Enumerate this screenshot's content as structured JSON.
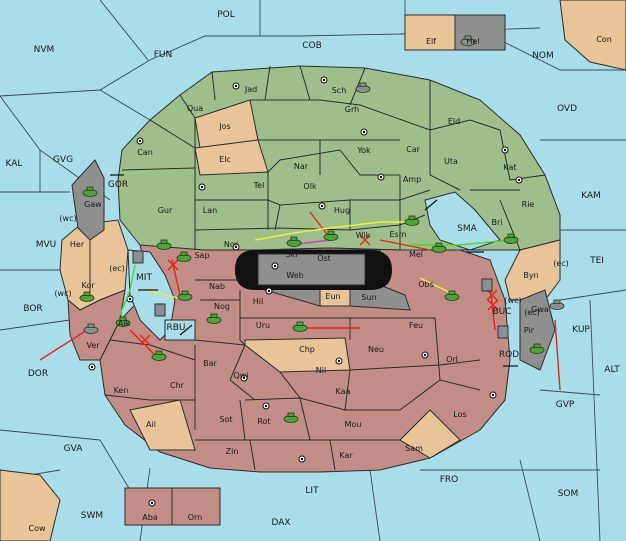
{
  "colors": {
    "sea": "#a9dde9",
    "green": "#9ebf8c",
    "tan": "#e9c499",
    "red": "#c28d86",
    "gray": "#8f8f8f",
    "black": "#111111",
    "unit_green": "#4fa23a",
    "unit_gray": "#8a8f96",
    "order_red": "#e02a1a",
    "order_yellow": "#eef03a",
    "order_green": "#4fd43a",
    "order_magenta": "#d43ad0"
  },
  "sea_labels": [
    {
      "id": "pol",
      "text": "POL"
    },
    {
      "id": "nvm",
      "text": "NVM"
    },
    {
      "id": "fun",
      "text": "FUN"
    },
    {
      "id": "cob",
      "text": "COB"
    },
    {
      "id": "nom",
      "text": "NOM"
    },
    {
      "id": "ovd",
      "text": "OVD"
    },
    {
      "id": "kal",
      "text": "KAL"
    },
    {
      "id": "gvg",
      "text": "GVG"
    },
    {
      "id": "kam",
      "text": "KAM"
    },
    {
      "id": "mvu",
      "text": "MVU"
    },
    {
      "id": "tei",
      "text": "TEI"
    },
    {
      "id": "bor",
      "text": "BOR"
    },
    {
      "id": "kup",
      "text": "KUP"
    },
    {
      "id": "dor",
      "text": "DOR"
    },
    {
      "id": "alt",
      "text": "ALT"
    },
    {
      "id": "gvp",
      "text": "GVP"
    },
    {
      "id": "gva",
      "text": "GVA"
    },
    {
      "id": "fro",
      "text": "FRO"
    },
    {
      "id": "som",
      "text": "SOM"
    },
    {
      "id": "lit",
      "text": "LIT"
    },
    {
      "id": "swm",
      "text": "SWM"
    },
    {
      "id": "dax",
      "text": "DAX"
    },
    {
      "id": "gor",
      "text": "GOR"
    },
    {
      "id": "mit",
      "text": "MIT"
    },
    {
      "id": "rbu",
      "text": "RBU"
    },
    {
      "id": "sma",
      "text": "SMA"
    },
    {
      "id": "buc",
      "text": "BUC"
    },
    {
      "id": "rod",
      "text": "ROD"
    }
  ],
  "land_labels": [
    {
      "id": "elf",
      "text": "Elf"
    },
    {
      "id": "hel",
      "text": "Hel"
    },
    {
      "id": "con",
      "text": "Con"
    },
    {
      "id": "jad",
      "text": "Jad"
    },
    {
      "id": "sch",
      "text": "Sch"
    },
    {
      "id": "qua",
      "text": "Qua"
    },
    {
      "id": "jos",
      "text": "Jos"
    },
    {
      "id": "grh",
      "text": "Grh"
    },
    {
      "id": "eld",
      "text": "Eld"
    },
    {
      "id": "can",
      "text": "Can"
    },
    {
      "id": "yok",
      "text": "Yok"
    },
    {
      "id": "car",
      "text": "Car"
    },
    {
      "id": "elc",
      "text": "Elc"
    },
    {
      "id": "nar",
      "text": "Nar"
    },
    {
      "id": "uta",
      "text": "Uta"
    },
    {
      "id": "kat",
      "text": "Kat"
    },
    {
      "id": "tel",
      "text": "Tel"
    },
    {
      "id": "olk",
      "text": "Olk"
    },
    {
      "id": "amp",
      "text": "Amp"
    },
    {
      "id": "gaw",
      "text": "Gaw"
    },
    {
      "id": "gur",
      "text": "Gur"
    },
    {
      "id": "lan",
      "text": "Lan"
    },
    {
      "id": "hug",
      "text": "Hug"
    },
    {
      "id": "rie",
      "text": "Rie"
    },
    {
      "id": "bri",
      "text": "Bri"
    },
    {
      "id": "wc1",
      "text": "(wc)"
    },
    {
      "id": "nor",
      "text": "Nor"
    },
    {
      "id": "wik",
      "text": "Wik"
    },
    {
      "id": "esm",
      "text": "Esm"
    },
    {
      "id": "her",
      "text": "Her"
    },
    {
      "id": "skr",
      "text": "Skr"
    },
    {
      "id": "ost",
      "text": "Ost"
    },
    {
      "id": "sap",
      "text": "Sap"
    },
    {
      "id": "mel",
      "text": "Mel"
    },
    {
      "id": "byn",
      "text": "Byn"
    },
    {
      "id": "ec1",
      "text": "(ec)"
    },
    {
      "id": "ec2",
      "text": "(ec)"
    },
    {
      "id": "web",
      "text": "Web"
    },
    {
      "id": "kor",
      "text": "Kor"
    },
    {
      "id": "nab",
      "text": "Nab"
    },
    {
      "id": "obs",
      "text": "Obs"
    },
    {
      "id": "wc2",
      "text": "(wc)"
    },
    {
      "id": "eun",
      "text": "Eun"
    },
    {
      "id": "sun",
      "text": "Sun"
    },
    {
      "id": "wc3",
      "text": "(wc)"
    },
    {
      "id": "gwa",
      "text": "Gwa"
    },
    {
      "id": "hil",
      "text": "Hil"
    },
    {
      "id": "aik",
      "text": "Aik"
    },
    {
      "id": "nog",
      "text": "Nog"
    },
    {
      "id": "ec3",
      "text": "(ec)"
    },
    {
      "id": "uru",
      "text": "Uru"
    },
    {
      "id": "feu",
      "text": "Feu"
    },
    {
      "id": "pir",
      "text": "Pir"
    },
    {
      "id": "ver",
      "text": "Ver"
    },
    {
      "id": "chp",
      "text": "Chp"
    },
    {
      "id": "neu",
      "text": "Neu"
    },
    {
      "id": "orl",
      "text": "Orl"
    },
    {
      "id": "bar",
      "text": "Bar"
    },
    {
      "id": "qwi",
      "text": "Qwi"
    },
    {
      "id": "nil",
      "text": "Nil"
    },
    {
      "id": "chr",
      "text": "Chr"
    },
    {
      "id": "ken",
      "text": "Ken"
    },
    {
      "id": "kaa",
      "text": "Kaa"
    },
    {
      "id": "sot",
      "text": "Sot"
    },
    {
      "id": "rot",
      "text": "Rot"
    },
    {
      "id": "mou",
      "text": "Mou"
    },
    {
      "id": "ail",
      "text": "Ail"
    },
    {
      "id": "los",
      "text": "Los"
    },
    {
      "id": "zin",
      "text": "Zin"
    },
    {
      "id": "kar",
      "text": "Kar"
    },
    {
      "id": "sam",
      "text": "Sam"
    },
    {
      "id": "aba",
      "text": "Aba"
    },
    {
      "id": "orn",
      "text": "Orn"
    },
    {
      "id": "cow",
      "text": "Cow"
    }
  ]
}
